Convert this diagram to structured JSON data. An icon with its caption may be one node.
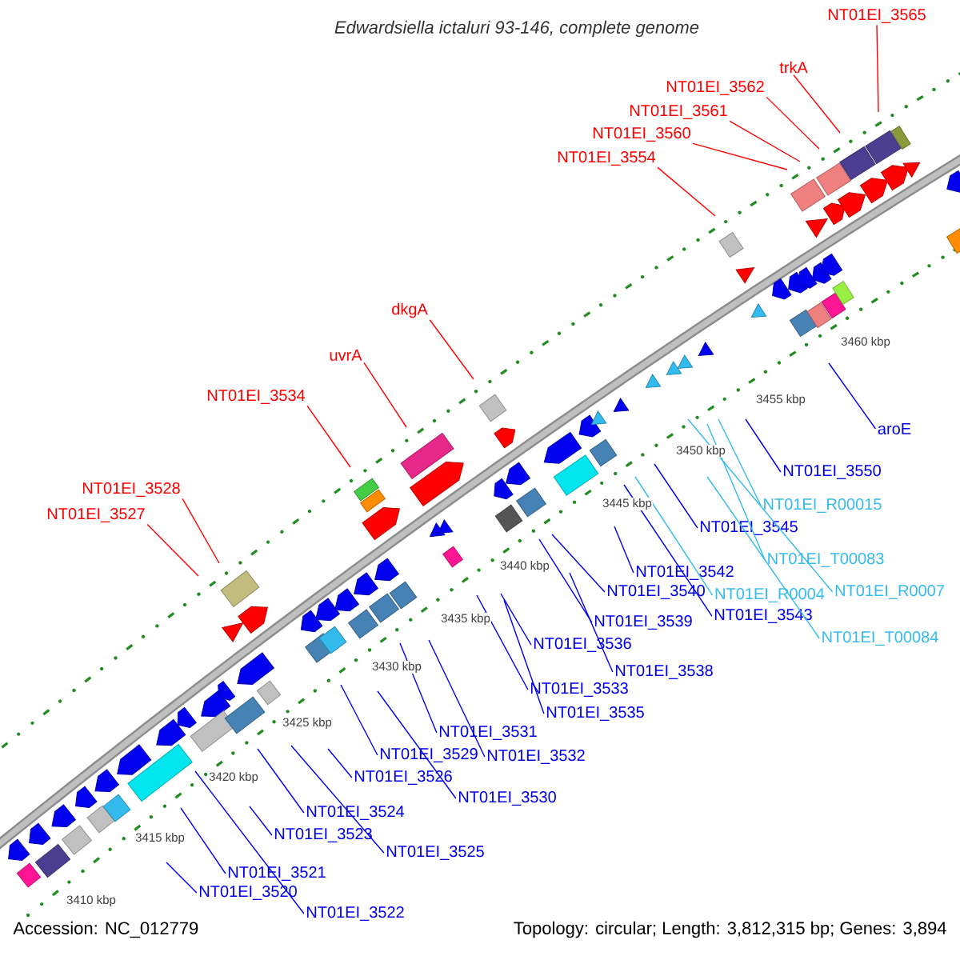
{
  "diagram": {
    "title": "Edwardsiella ictaluri 93-146, complete genome",
    "nodes": [
      {
        "text": [
          "NT01EI_3565"
        ]
      },
      {
        "text": [
          "trkA"
        ]
      },
      {
        "text": [
          "NT01EI_3562"
        ]
      },
      {
        "text": [
          "NT01EI_3561"
        ]
      },
      {
        "text": [
          "NT01EI_3560"
        ]
      },
      {
        "text": [
          "NT01EI_3554"
        ]
      },
      {
        "text": [
          "dkgA"
        ]
      },
      {
        "text": [
          "uvrA"
        ]
      },
      {
        "text": [
          "NT01EI_3534"
        ]
      },
      {
        "text": [
          "aroE"
        ]
      },
      {
        "text": [
          "NT01EI_3550"
        ]
      },
      {
        "text": [
          "NT01EI_3528"
        ]
      },
      {
        "text": [
          "NT01EI_R00015"
        ]
      },
      {
        "text": [
          "NT01EI_3527"
        ]
      },
      {
        "text": [
          "NT01EI_3545"
        ]
      },
      {
        "text": [
          "NT01EI_T00083"
        ]
      },
      {
        "text": [
          "NT01EI_3542"
        ]
      },
      {
        "text": [
          "NT01EI_3540"
        ]
      },
      {
        "text": [
          "NT01EI_R0004"
        ]
      },
      {
        "text": [
          "NT01EI_R0007"
        ]
      },
      {
        "text": [
          "NT01EI_3543"
        ]
      },
      {
        "text": [
          "NT01EI_3539"
        ]
      },
      {
        "text": [
          "NT01EI_T00084"
        ]
      },
      {
        "text": [
          "NT01EI_3536"
        ]
      },
      {
        "text": [
          "NT01EI_3538"
        ]
      },
      {
        "text": [
          "NT01EI_3533"
        ]
      },
      {
        "text": [
          "NT01EI_3535"
        ]
      },
      {
        "text": [
          "NT01EI_3531"
        ]
      },
      {
        "text": [
          "NT01EI_3529"
        ]
      },
      {
        "text": [
          "NT01EI_3532"
        ]
      },
      {
        "text": [
          "NT01EI_3526"
        ]
      },
      {
        "text": [
          "NT01EI_3530"
        ]
      },
      {
        "text": [
          "NT01EI_3524"
        ]
      },
      {
        "text": [
          "NT01EI_3523"
        ]
      },
      {
        "text": [
          "NT01EI_3525"
        ]
      },
      {
        "text": [
          "NT01EI_3521"
        ]
      },
      {
        "text": [
          "NT01EI_3520"
        ]
      },
      {
        "text": [
          "NT01EI_3522"
        ]
      }
    ],
    "edges": [
      {
        "from": 0,
        "to": null,
        "arrow": "none",
        "color": "#ff0000"
      },
      {
        "from": 1,
        "to": null,
        "arrow": "none",
        "color": "#ff0000"
      },
      {
        "from": 2,
        "to": null,
        "arrow": "none",
        "color": "#ff0000"
      },
      {
        "from": 3,
        "to": null,
        "arrow": "none",
        "color": "#ff0000"
      },
      {
        "from": 4,
        "to": null,
        "arrow": "none",
        "color": "#ff0000"
      },
      {
        "from": 5,
        "to": null,
        "arrow": "none",
        "color": "#ff0000"
      },
      {
        "from": 6,
        "to": null,
        "arrow": "none",
        "color": "#ff0000"
      },
      {
        "from": 7,
        "to": null,
        "arrow": "none",
        "color": "#ff0000"
      },
      {
        "from": 8,
        "to": null,
        "arrow": "none",
        "color": "#ff0000"
      },
      {
        "from": 9,
        "to": null,
        "arrow": "none"
      },
      {
        "from": 10,
        "to": null,
        "arrow": "none"
      },
      {
        "from": 11,
        "to": null,
        "arrow": "none",
        "color": "#ff0000"
      },
      {
        "from": 12,
        "to": null,
        "arrow": "none",
        "color": "#33bbee"
      },
      {
        "from": 13,
        "to": null,
        "arrow": "none",
        "color": "#ff0000"
      },
      {
        "from": 14,
        "to": null,
        "arrow": "none"
      },
      {
        "from": 15,
        "to": null,
        "arrow": "none",
        "color": "#33bbee"
      },
      {
        "from": 16,
        "to": null,
        "arrow": "none"
      },
      {
        "from": 17,
        "to": null,
        "arrow": "none"
      },
      {
        "from": 18,
        "to": null,
        "arrow": "none",
        "color": "#33bbee"
      },
      {
        "from": 19,
        "to": null,
        "arrow": "none",
        "color": "#33bbee"
      },
      {
        "from": 20,
        "to": null,
        "arrow": "none"
      },
      {
        "from": 21,
        "to": null,
        "arrow": "none"
      },
      {
        "from": 22,
        "to": null,
        "arrow": "none",
        "color": "#33bbee"
      },
      {
        "from": 23,
        "to": null,
        "arrow": "none"
      },
      {
        "from": 24,
        "to": null,
        "arrow": "none"
      },
      {
        "from": 25,
        "to": null,
        "arrow": "none"
      },
      {
        "from": 26,
        "to": null,
        "arrow": "none"
      },
      {
        "from": 27,
        "to": null,
        "arrow": "none"
      },
      {
        "from": 28,
        "to": null,
        "arrow": "none"
      },
      {
        "from": 29,
        "to": null,
        "arrow": "none"
      },
      {
        "from": 30,
        "to": null,
        "arrow": "none"
      },
      {
        "from": 31,
        "to": null,
        "arrow": "none"
      },
      {
        "from": 32,
        "to": null,
        "arrow": "none"
      },
      {
        "from": 33,
        "to": null,
        "arrow": "none"
      },
      {
        "from": 34,
        "to": null,
        "arrow": "none"
      },
      {
        "from": 35,
        "to": null,
        "arrow": "none"
      },
      {
        "from": 36,
        "to": null,
        "arrow": "none"
      },
      {
        "from": 37,
        "to": null,
        "arrow": "none"
      }
    ],
    "labels": [
      "3460 kbp",
      "3455 kbp",
      "3450 kbp",
      "3445 kbp",
      "3440 kbp",
      "3435 kbp",
      "3430 kbp",
      "3425 kbp",
      "3420 kbp",
      "3415 kbp",
      "3410 kbp",
      "Accession: NC_012779",
      "Topology: circular; Length: 3,812,315 bp; Genes: 3,894"
    ]
  }
}
